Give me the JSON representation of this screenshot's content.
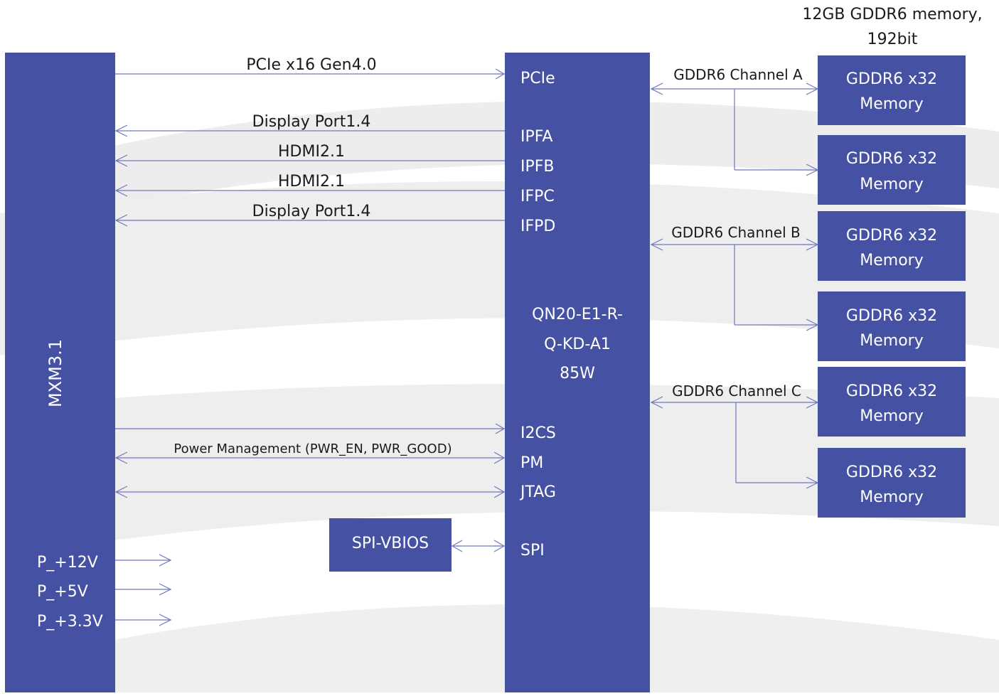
{
  "colors": {
    "block_fill": "#4552A3",
    "line": "#6E78BE",
    "background_arc": "#EDEDED",
    "text_dark": "#1A1A1A",
    "text_light": "#FFFFFF"
  },
  "memory_summary": {
    "line1": "12GB GDDR6 memory,",
    "line2": "192bit"
  },
  "mxm_block": {
    "label": "MXM3.1",
    "power_rails": [
      "P_+12V",
      "P_+5V",
      "P_+3.3V"
    ]
  },
  "gpu_block": {
    "name_line1": "QN20-E1-R-",
    "name_line2": "Q-KD-A1",
    "power": "85W",
    "ports": {
      "pcie": "PCIe",
      "ipfa": "IPFA",
      "ipfb": "IPFB",
      "ifpc": "IFPC",
      "ifpd": "IFPD",
      "i2cs": "I2CS",
      "pm": "PM",
      "jtag": "JTAG",
      "spi": "SPI"
    }
  },
  "links": {
    "pcie": "PCIe x16 Gen4.0",
    "dp1": "Display Port1.4",
    "hdmi1": "HDMI2.1",
    "hdmi2": "HDMI2.1",
    "dp2": "Display Port1.4",
    "power_mgmt": "Power Management (PWR_EN, PWR_GOOD)"
  },
  "spi_vbios": {
    "label": "SPI-VBIOS"
  },
  "channels": [
    "GDDR6 Channel A",
    "GDDR6 Channel B",
    "GDDR6 Channel C"
  ],
  "memory_chips": [
    {
      "line1": "GDDR6 x32",
      "line2": "Memory"
    },
    {
      "line1": "GDDR6 x32",
      "line2": "Memory"
    },
    {
      "line1": "GDDR6 x32",
      "line2": "Memory"
    },
    {
      "line1": "GDDR6 x32",
      "line2": "Memory"
    },
    {
      "line1": "GDDR6 x32",
      "line2": "Memory"
    },
    {
      "line1": "GDDR6 x32",
      "line2": "Memory"
    }
  ]
}
